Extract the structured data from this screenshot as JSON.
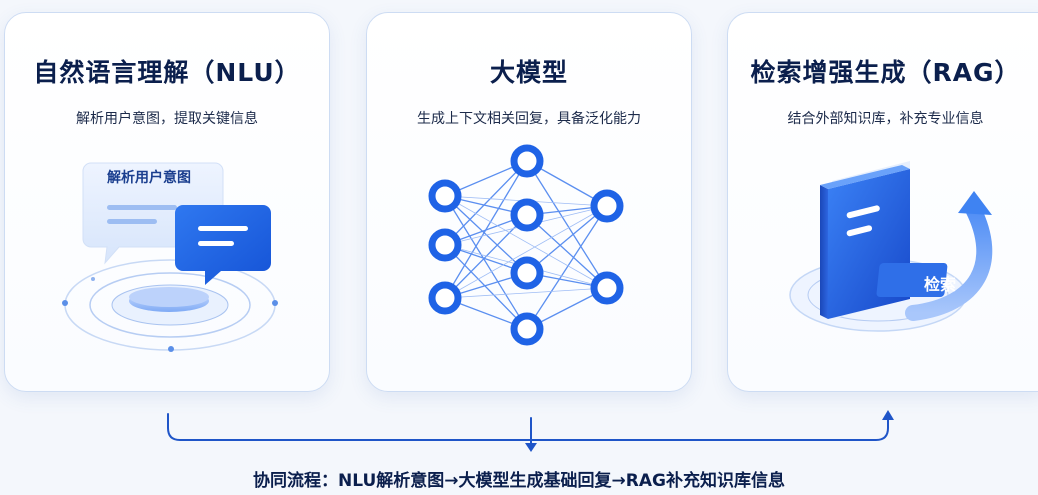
{
  "cards": [
    {
      "title": "自然语言理解（NLU）",
      "subtitle": "解析用户意图，提取关键信息",
      "bubble_label": "解析用户意图"
    },
    {
      "title": "大模型",
      "subtitle": "生成上下文相关回复，具备泛化能力"
    },
    {
      "title": "检索增强生成（RAG）",
      "subtitle": "结合外部知识库，补充专业信息",
      "book_label": "检索"
    }
  ],
  "flow": {
    "label": "协同流程：NLU解析意图→大模型生成基础回复→RAG补充知识库信息"
  },
  "colors": {
    "primary_blue": "#1f63e6",
    "light_blue": "#c9dcff",
    "title_navy": "#0b1f4d"
  },
  "icons": [
    "speech-bubble-icon",
    "neural-network-icon",
    "book-icon",
    "retrieve-arrow-icon"
  ]
}
